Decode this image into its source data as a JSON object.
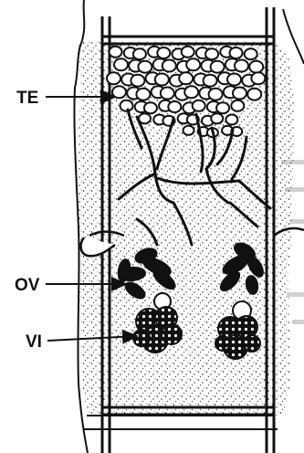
{
  "diagram": {
    "labels": [
      {
        "id": "te",
        "text": "TE"
      },
      {
        "id": "ov",
        "text": "OV"
      },
      {
        "id": "vi",
        "text": "VI"
      }
    ]
  },
  "colors": {
    "ink": "#111111",
    "paper": "#ffffff",
    "ghost_text": "#c8c8c8"
  }
}
